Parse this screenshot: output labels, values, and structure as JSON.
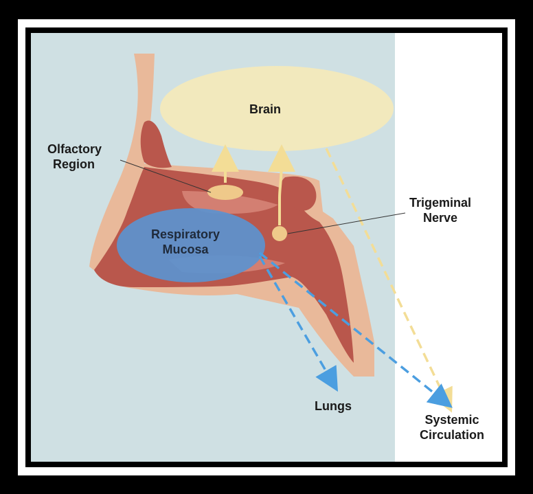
{
  "labels": {
    "brain": "Brain",
    "olfactory_line1": "Olfactory",
    "olfactory_line2": "Region",
    "trigeminal_line1": "Trigeminal",
    "trigeminal_line2": "Nerve",
    "respiratory_line1": "Respiratory",
    "respiratory_line2": "Mucosa",
    "lungs": "Lungs",
    "systemic_line1": "Systemic",
    "systemic_line2": "Circulation"
  },
  "colors": {
    "background_panel": "#cfe0e3",
    "face": "#cfe0e3",
    "skin_tissue": "#e9b99a",
    "nasal_cavity": "#b9574c",
    "brain_fill": "#f2e9bd",
    "region_marker": "#efc98a",
    "respiratory_fill": "#5b93cf",
    "arrow_yellow": "#f3dd96",
    "arrow_blue": "#4b9ee0"
  }
}
